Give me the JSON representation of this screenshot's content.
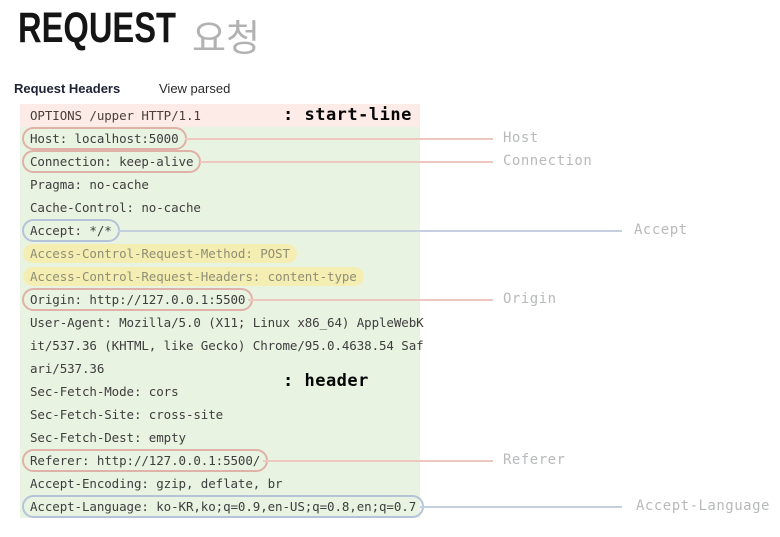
{
  "page": {
    "title_main": "REQUEST",
    "title_sub": "요청"
  },
  "section": {
    "heading": "Request Headers",
    "view_parsed": "View parsed"
  },
  "annotations": {
    "start_line": ": start-line",
    "header": ": header"
  },
  "request": {
    "lines": [
      {
        "text": "OPTIONS /upper HTTP/1.1",
        "kind": "start-line"
      },
      {
        "text": "Host: localhost:5000",
        "kind": "callout-pink"
      },
      {
        "text": "Connection: keep-alive",
        "kind": "callout-pink"
      },
      {
        "text": "Pragma: no-cache",
        "kind": "plain"
      },
      {
        "text": "Cache-Control: no-cache",
        "kind": "plain"
      },
      {
        "text": "Accept: */*",
        "kind": "callout-blue"
      },
      {
        "text": "Access-Control-Request-Method: POST",
        "kind": "highlight"
      },
      {
        "text": "Access-Control-Request-Headers: content-type",
        "kind": "highlight"
      },
      {
        "text": "Origin: http://127.0.0.1:5500",
        "kind": "callout-pink"
      },
      {
        "text": "User-Agent: Mozilla/5.0 (X11; Linux x86_64) AppleWebK",
        "kind": "plain"
      },
      {
        "text": "it/537.36 (KHTML, like Gecko) Chrome/95.0.4638.54 Saf",
        "kind": "plain"
      },
      {
        "text": "ari/537.36",
        "kind": "plain"
      },
      {
        "text": "Sec-Fetch-Mode: cors",
        "kind": "plain"
      },
      {
        "text": "Sec-Fetch-Site: cross-site",
        "kind": "plain"
      },
      {
        "text": "Sec-Fetch-Dest: empty",
        "kind": "plain"
      },
      {
        "text": "Referer: http://127.0.0.1:5500/",
        "kind": "callout-pink"
      },
      {
        "text": "Accept-Encoding: gzip, deflate, br",
        "kind": "plain"
      },
      {
        "text": "Accept-Language: ko-KR,ko;q=0.9,en-US;q=0.8,en;q=0.7",
        "kind": "callout-blue"
      }
    ]
  },
  "callouts": {
    "host": "Host",
    "connection": "Connection",
    "accept": "Accept",
    "origin": "Origin",
    "referer": "Referer",
    "accept_language": "Accept-Language"
  },
  "colors": {
    "start_line_bg": "#fdebe8",
    "headers_bg": "#e9f3e2",
    "highlight_bg": "#f5eeb2",
    "pink_stroke": "#e0b2a7",
    "blue_stroke": "#b5c3d8",
    "label_gray": "#b7b9bb",
    "title_sub_gray": "#b2b2b2"
  }
}
